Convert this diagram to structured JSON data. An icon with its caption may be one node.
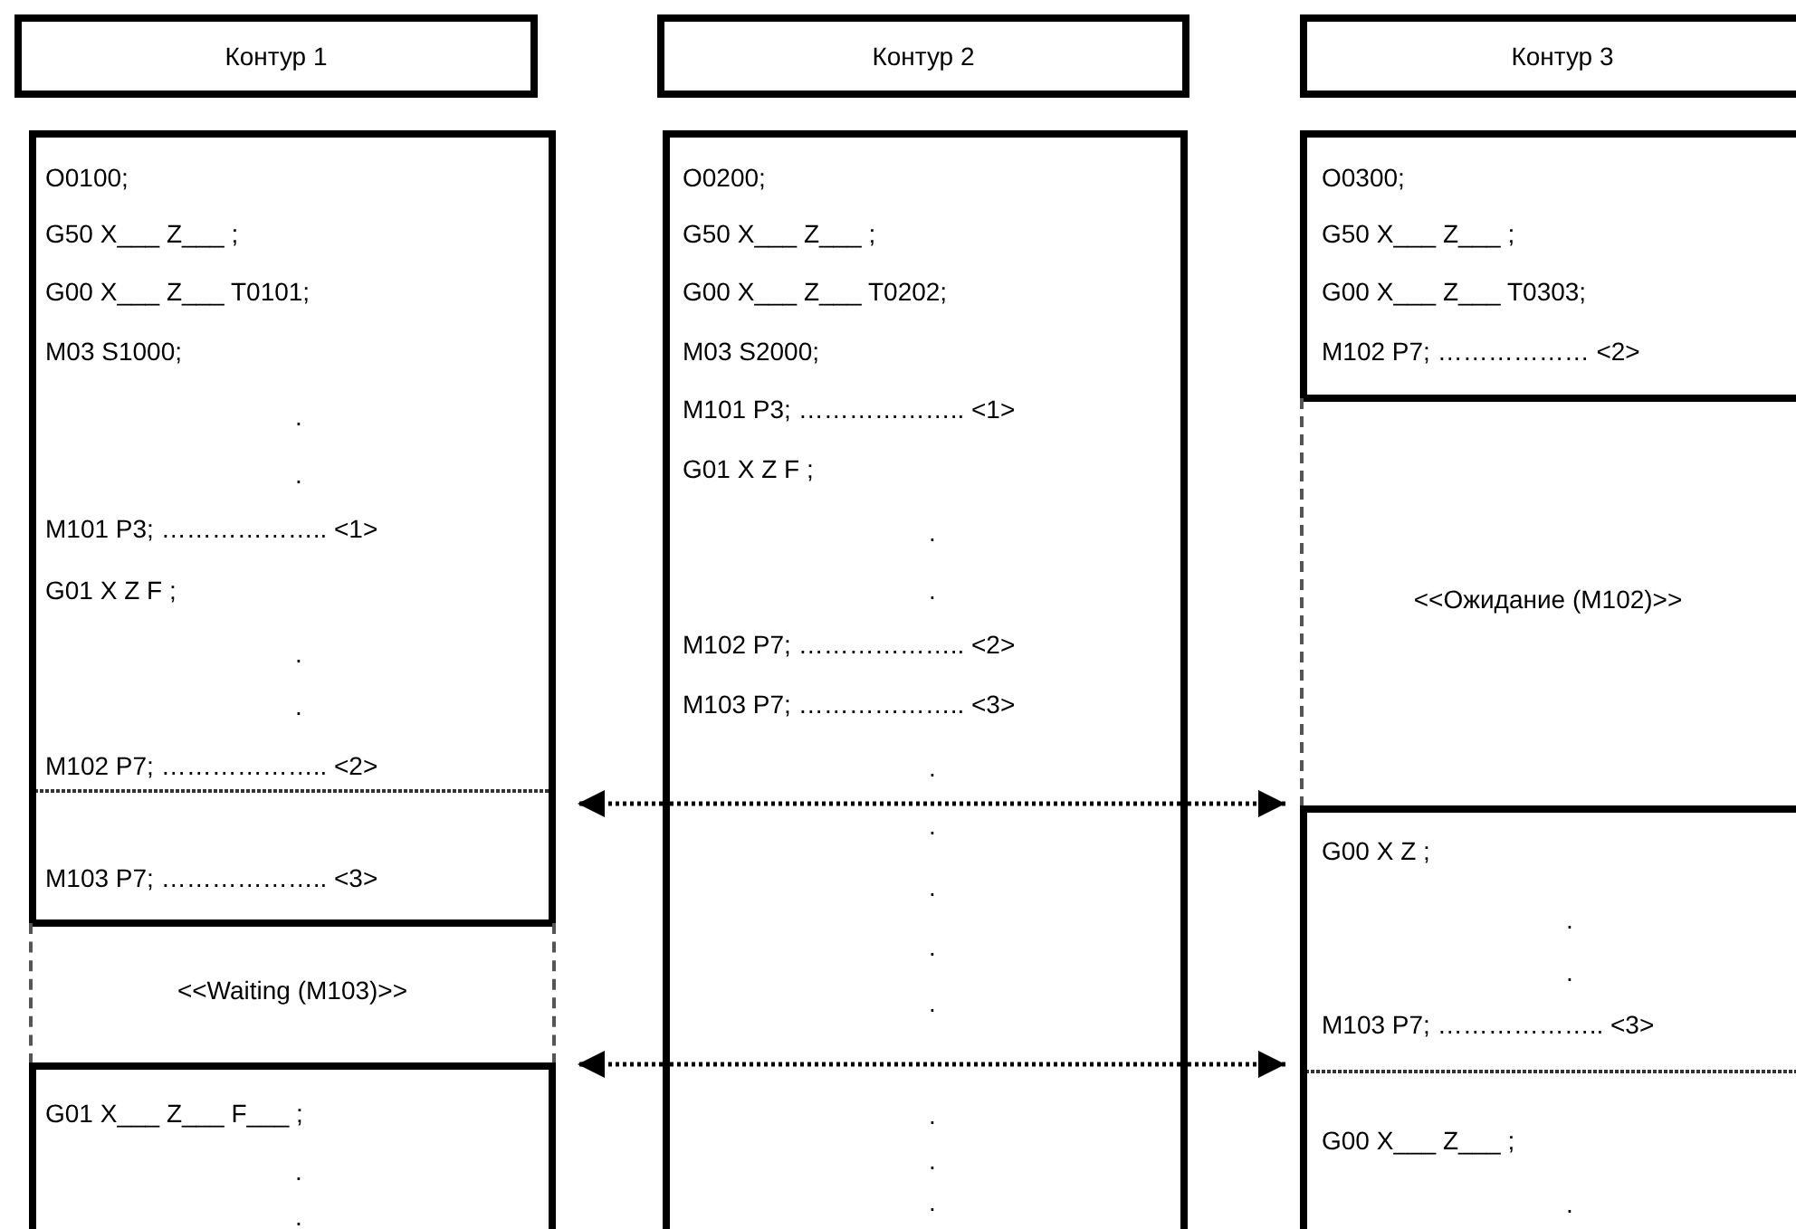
{
  "diagram": {
    "nodes": [
      {
        "text": [
          "Контур 1"
        ]
      },
      {
        "text": [
          "Контур 2"
        ]
      },
      {
        "text": [
          "Контур 3"
        ]
      },
      {
        "text": [
          "O0100;",
          "G50 X___ Z___ ;",
          "G00 X___ Z___ T0101;",
          "M03 S1000;",
          ".",
          ".",
          "M101 P3; ……………….. <1>",
          "G01 X Z F ;",
          ".",
          ".",
          "M102 P7; ……………….. <2>",
          "M103 P7; ……………….. <3>"
        ]
      },
      {
        "text": [
          "<<Waiting (M103)>>"
        ]
      },
      {
        "text": [
          "G01 X___ Z___ F___ ;",
          ".",
          "."
        ]
      },
      {
        "text": [
          "O0200;",
          "G50 X___ Z___ ;",
          "G00 X___ Z___ T0202;",
          "M03 S2000;",
          "M101 P3; ……………….. <1>",
          "G01 X Z F ;",
          ".",
          ".",
          "M102 P7; ……………….. <2>",
          "M103 P7; ……………….. <3>",
          ".",
          ".",
          ".",
          ".",
          ".",
          ".",
          ".",
          "."
        ]
      },
      {
        "text": [
          "O0300;",
          "G50 X___ Z___ ;",
          "G00 X___ Z___ T0303;",
          "M102 P7; ……………… <2>"
        ]
      },
      {
        "text": [
          "<<Ожидание (M102)>>"
        ]
      },
      {
        "text": [
          "G00 X Z ;",
          ".",
          ".",
          "M103 P7; ……………….. <3>",
          "G00 X___ Z___ ;",
          "."
        ]
      }
    ],
    "edges": [
      {
        "from": 6,
        "to": 3,
        "arrow": "to",
        "style": "dashed"
      },
      {
        "from": 6,
        "to": 9,
        "arrow": "to",
        "style": "dashed"
      },
      {
        "from": 6,
        "to": 5,
        "arrow": "to",
        "style": "dashed"
      },
      {
        "from": 6,
        "to": 9,
        "arrow": "to",
        "style": "dashed"
      }
    ]
  }
}
